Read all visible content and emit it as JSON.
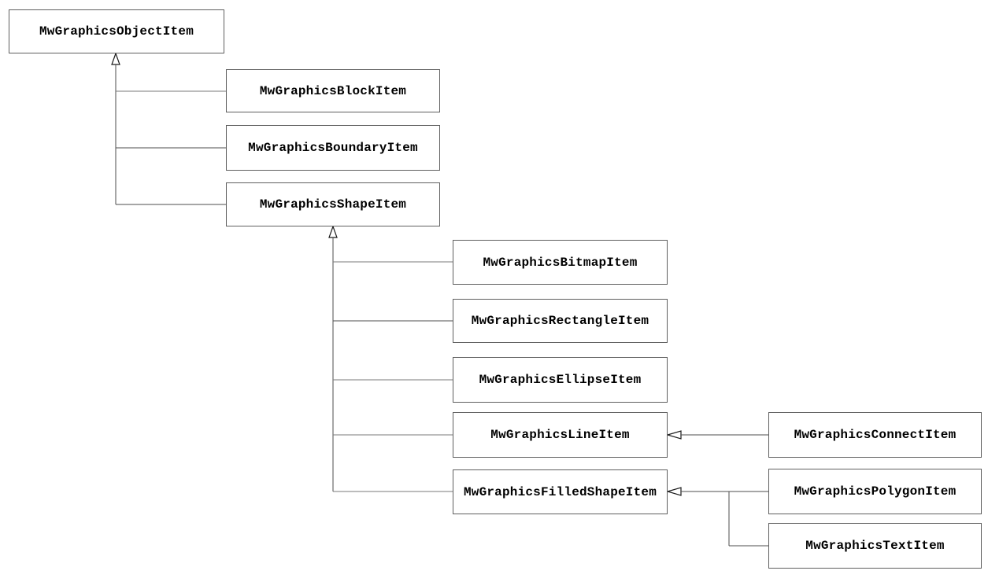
{
  "diagram": {
    "type": "class-inheritance-diagram",
    "nodes": [
      {
        "label": "MwGraphicsObjectItem"
      },
      {
        "label": "MwGraphicsBlockItem"
      },
      {
        "label": "MwGraphicsBoundaryItem"
      },
      {
        "label": "MwGraphicsShapeItem"
      },
      {
        "label": "MwGraphicsBitmapItem"
      },
      {
        "label": "MwGraphicsRectangleItem"
      },
      {
        "label": "MwGraphicsEllipseItem"
      },
      {
        "label": "MwGraphicsLineItem"
      },
      {
        "label": "MwGraphicsFilledShapeItem"
      },
      {
        "label": "MwGraphicsConnectItem"
      },
      {
        "label": "MwGraphicsPolygonItem"
      },
      {
        "label": "MwGraphicsTextItem"
      }
    ],
    "edges": [
      {
        "from": "MwGraphicsBlockItem",
        "to": "MwGraphicsObjectItem",
        "relation": "generalization"
      },
      {
        "from": "MwGraphicsBoundaryItem",
        "to": "MwGraphicsObjectItem",
        "relation": "generalization"
      },
      {
        "from": "MwGraphicsShapeItem",
        "to": "MwGraphicsObjectItem",
        "relation": "generalization"
      },
      {
        "from": "MwGraphicsBitmapItem",
        "to": "MwGraphicsShapeItem",
        "relation": "generalization"
      },
      {
        "from": "MwGraphicsRectangleItem",
        "to": "MwGraphicsShapeItem",
        "relation": "generalization"
      },
      {
        "from": "MwGraphicsEllipseItem",
        "to": "MwGraphicsShapeItem",
        "relation": "generalization"
      },
      {
        "from": "MwGraphicsLineItem",
        "to": "MwGraphicsShapeItem",
        "relation": "generalization"
      },
      {
        "from": "MwGraphicsFilledShapeItem",
        "to": "MwGraphicsShapeItem",
        "relation": "generalization"
      },
      {
        "from": "MwGraphicsConnectItem",
        "to": "MwGraphicsLineItem",
        "relation": "generalization"
      },
      {
        "from": "MwGraphicsPolygonItem",
        "to": "MwGraphicsFilledShapeItem",
        "relation": "generalization"
      },
      {
        "from": "MwGraphicsTextItem",
        "to": "MwGraphicsFilledShapeItem",
        "relation": "generalization"
      }
    ],
    "colors": {
      "background": "#ffffff",
      "box_border": "#5f5f5f",
      "box_fill": "#ffffff",
      "connector": "#4d4d4d",
      "arrow_outline": "#1a1a1a",
      "text": "#000000"
    }
  }
}
